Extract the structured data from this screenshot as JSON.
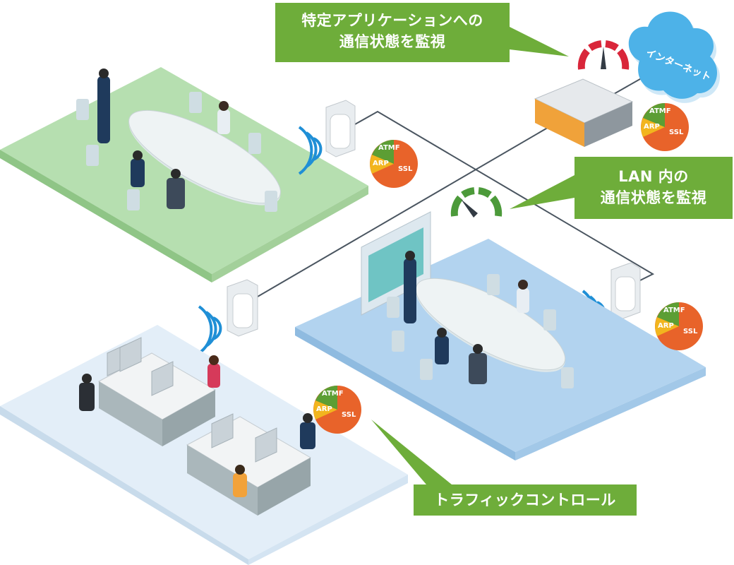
{
  "callouts": {
    "app_monitoring": [
      "特定アプリケーションへの",
      "通信状態を監視"
    ],
    "lan_monitoring": [
      "LAN 内の",
      "通信状態を監視"
    ],
    "traffic_control": "トラフィックコントロール"
  },
  "cloud_label": "インターネット",
  "pie_labels": {
    "atmf": "ATMF",
    "arp": "ARP",
    "ssl": "SSL"
  },
  "colors": {
    "callout_green": "#6ead3a",
    "pie_ssl": "#e8632a",
    "pie_arp": "#f2b51e",
    "pie_atmf": "#5c9e34",
    "gauge_red": "#d9263a",
    "gauge_green": "#4c9a3a",
    "floor_green": "#b6dfb0",
    "floor_blue": "#b2d3ef",
    "floor_light": "#e3eef8",
    "cloud_blue": "#4db2e8"
  }
}
